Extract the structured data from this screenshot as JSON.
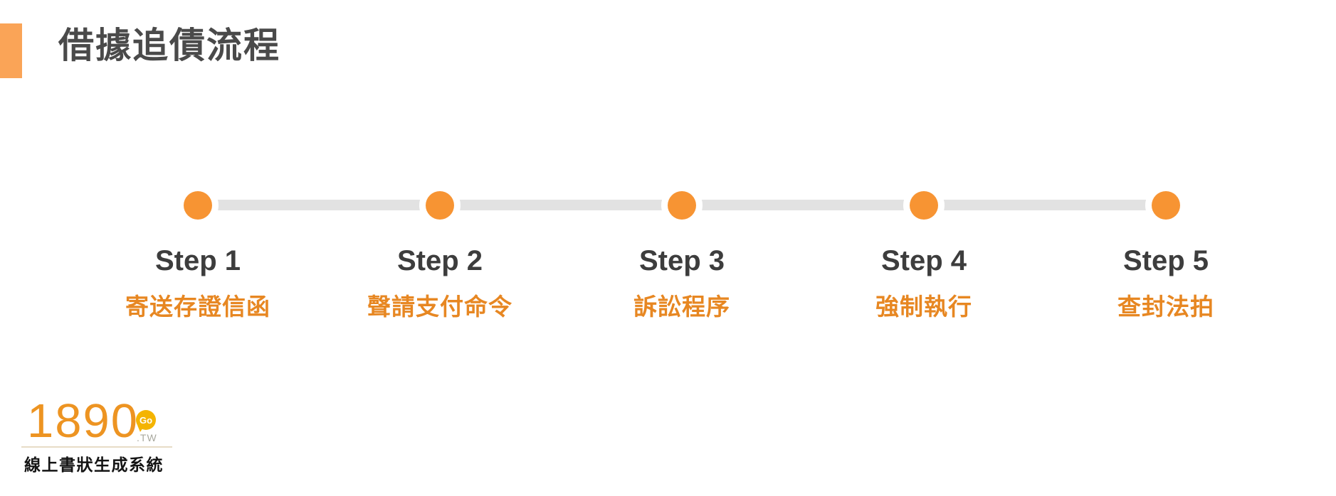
{
  "title": "借據追債流程",
  "steps": [
    {
      "label": "Step 1",
      "description": "寄送存證信函"
    },
    {
      "label": "Step 2",
      "description": "聲請支付命令"
    },
    {
      "label": "Step 3",
      "description": "訴訟程序"
    },
    {
      "label": "Step 4",
      "description": "強制執行"
    },
    {
      "label": "Step 5",
      "description": "查封法拍"
    }
  ],
  "logo": {
    "number": "1890",
    "badge": "Go",
    "tld": ".TW",
    "subtitle": "線上書狀生成系統"
  },
  "colors": {
    "accent": "#FAA457",
    "dot": "#F79433",
    "line": "#E2E2E2",
    "title_text": "#4A4A4A",
    "step_text": "#3D3D3D",
    "desc_text": "#E78722",
    "logo_orange": "#ED9422",
    "badge": "#F4B400",
    "badge_text": "#FFFFFF",
    "tld": "#A8A89E",
    "divider": "#E7DCC6",
    "subtitle_text": "#141414",
    "bg": "#FFFFFF"
  }
}
